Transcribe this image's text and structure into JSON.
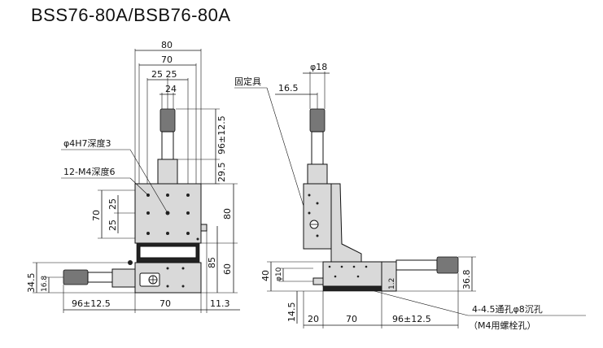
{
  "title": "BSS76-80A/BSB76-80A",
  "front_view": {
    "dim_80_top": "80",
    "dim_70_top": "70",
    "dim_25_25": "25 25",
    "dim_24": "24",
    "dim_96_12_5_v": "96±12.5",
    "dim_29_5": "29.5",
    "label_phi4h7": "φ4H7深度3",
    "label_12m4": "12-M4深度6",
    "dim_70_left": "70",
    "dim_25_a": "25",
    "dim_25_b": "25",
    "dim_80_right": "80",
    "dim_85": "85",
    "dim_60": "60",
    "dim_34_5": "34.5",
    "dim_16_8": "16.8",
    "dim_96_12_5_h": "96±12.5",
    "dim_70_bottom": "70",
    "dim_11_3": "11.3"
  },
  "side_view": {
    "label_kotei": "固定具",
    "dim_phi18": "φ18",
    "dim_16_5": "16.5",
    "dim_phi10": "φ10",
    "dim_40": "40",
    "dim_14_5": "14.5",
    "dim_20": "20",
    "dim_70": "70",
    "dim_96_12_5": "96±12.5",
    "dim_1_2": "1.2",
    "dim_36_8": "36.8",
    "note_line1": "4-4.5通孔φ8沉孔",
    "note_line2": "（M4用螺栓孔）"
  }
}
